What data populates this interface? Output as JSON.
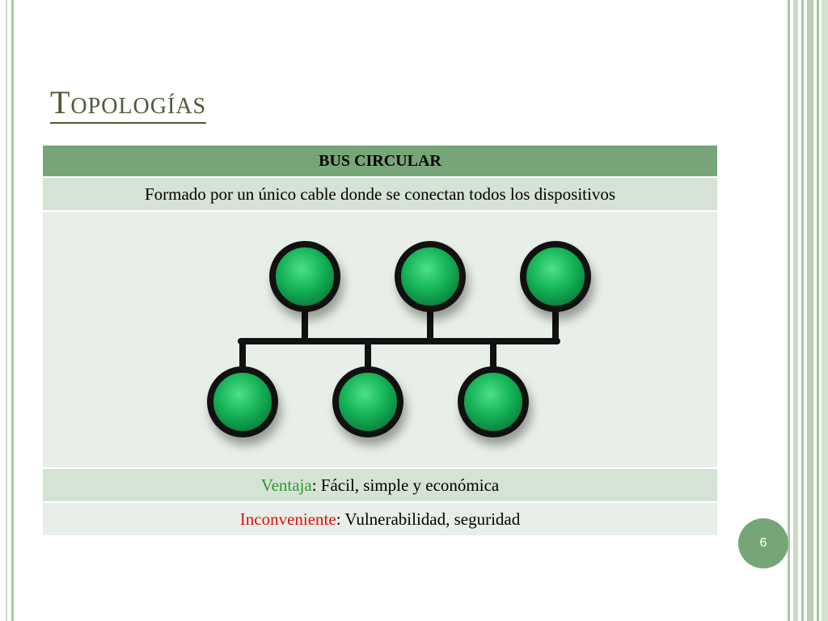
{
  "slide": {
    "title": "Topologías",
    "page_number": "6"
  },
  "table": {
    "header": "BUS CIRCULAR",
    "description": "Formado por un único cable donde se conectan todos los dispositivos",
    "advantage_label": "Ventaja",
    "advantage_text": ": Fácil, simple y económica",
    "disadvantage_label": "Inconveniente",
    "disadvantage_text": ": Vulnerabilidad, seguridad"
  },
  "colors": {
    "accent": "#76a678",
    "node_green": "#1fbf5a",
    "advantage": "#2f9a2f",
    "disadvantage": "#e00d0d"
  },
  "diagram": {
    "top_nodes": 3,
    "bottom_nodes": 3
  }
}
